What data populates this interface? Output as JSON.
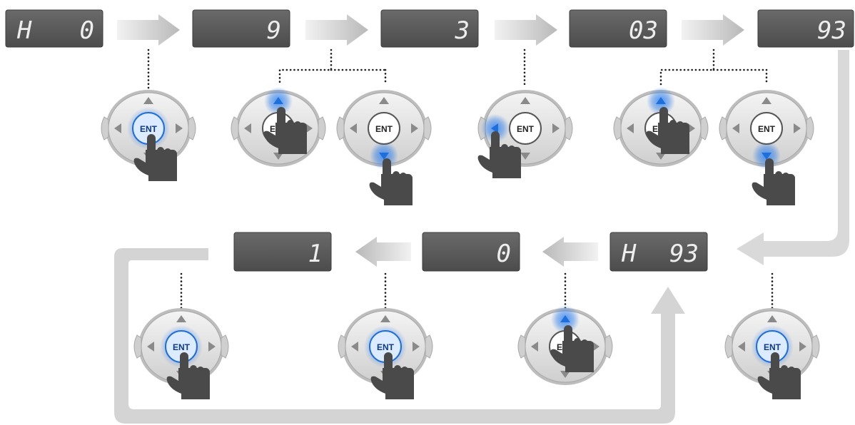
{
  "displays_top": [
    {
      "id": "d1",
      "left": "H",
      "right": "0"
    },
    {
      "id": "d2",
      "left": "",
      "right": "9"
    },
    {
      "id": "d3",
      "left": "",
      "right": "3"
    },
    {
      "id": "d4",
      "left": "",
      "right": "03"
    },
    {
      "id": "d5",
      "left": "",
      "right": "93"
    }
  ],
  "displays_bottom": [
    {
      "id": "d6",
      "left": "H",
      "right": "93"
    },
    {
      "id": "d7",
      "left": "",
      "right": "0"
    },
    {
      "id": "d8",
      "left": "",
      "right": "1"
    }
  ],
  "keypad": {
    "center_label": "ENT",
    "pressed_color": "#1e6fd9"
  },
  "keypads": [
    {
      "id": "k1",
      "press": "ent"
    },
    {
      "id": "k2",
      "press": "up"
    },
    {
      "id": "k3",
      "press": "down"
    },
    {
      "id": "k4",
      "press": "left"
    },
    {
      "id": "k5",
      "press": "up"
    },
    {
      "id": "k6",
      "press": "down"
    },
    {
      "id": "k7",
      "press": "ent"
    },
    {
      "id": "k8",
      "press": "ent"
    },
    {
      "id": "k9",
      "press": "up"
    },
    {
      "id": "k10",
      "press": "ent"
    }
  ],
  "colors": {
    "display_bg": "#5a5a5a",
    "digit": "#eeeeee",
    "arrow": "#c8c8c8",
    "hand": "#4a4a4a"
  }
}
